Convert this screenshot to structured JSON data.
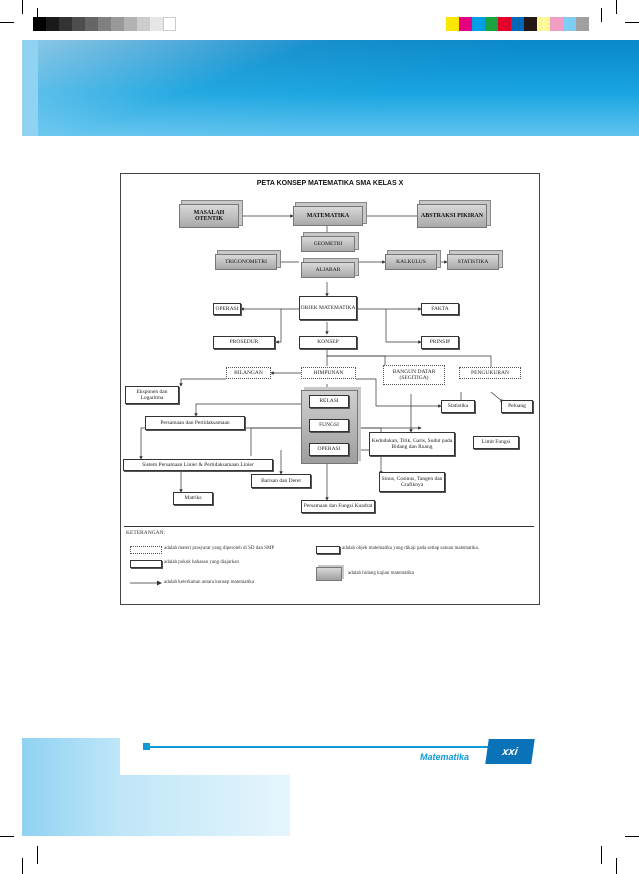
{
  "colors": {
    "accent": "#0e9ad8",
    "header_blue": "#18a4e0",
    "footer_tab": "#0a73b8",
    "registration_gray": [
      "#000000",
      "#1a1a1a",
      "#333333",
      "#4d4d4d",
      "#666666",
      "#808080",
      "#999999",
      "#b3b3b3",
      "#cccccc",
      "#e6e6e6",
      "#ffffff"
    ],
    "registration_color": [
      "#ffe600",
      "#e6007e",
      "#00a0e9",
      "#1aa43b",
      "#e4002b",
      "#0068b7",
      "#231815",
      "#fff799",
      "#f19ec2",
      "#7ecef4",
      "#a0a0a0"
    ]
  },
  "concept_map": {
    "title": "PETA KONSEP MATEMATIKA SMA KELAS X",
    "nodes": {
      "masalah_otentik": "MASALAH OTENTIK",
      "matematika": "MATEMATIKA",
      "abstraksi_pikiran": "ABSTRAKSI PIKIRAN",
      "geometri": "GEOMETRI",
      "aljabar": "ALJABAR",
      "trigonometri": "TRIGONOMETRI",
      "kalkulus": "KALKULUS",
      "statistika": "STATISTIKA",
      "objek_matematika": "OBJEK MATEMATIKA",
      "operasi_top": "OPERASI",
      "fakta": "FAKTA",
      "prosedur": "PROSEDUR",
      "konsep": "KONSEP",
      "prinsip": "PRINSIP",
      "bilangan": "BILANGAN",
      "himpunan": "HIMPUNAN",
      "bangun_datar": "BANGUN DATAR (SEGITIGA)",
      "pengukuran": "PENGUKURAN",
      "eksponen": "Eksponen dan Logaritma",
      "relasi": "RELASI",
      "fungsi": "FUNGSI",
      "operasi": "OPERASI",
      "statistika_small": "Statistika",
      "peluang": "Peluang",
      "persamaan_pertidaksamaan": "Persamaan dan Pertidaksamaan",
      "sistem_persamaan": "Sistem Persamaan Linier & Pertidaksamaan Linier",
      "kedudukan": "Kedudukan, Titik, Garis, Sudut pada Bidang dan Ruang",
      "limit_fungsi": "Limit Fungsi",
      "sinus": "Sinus, Cosinus, Tangen dan Grafiknya",
      "barisan": "Barisan dan Deret",
      "matriks": "Matriks",
      "persamaan_fungsi_kuadrat": "Persamaan dan Fungsi Kuadrat"
    },
    "legend": {
      "heading": "KETERANGAN:",
      "dotted": "adalah materi prasyarat yang diperoleh di SD dan SMP",
      "solid": "adalah objek matematika yang dikaji pada setiap satuan matematika.",
      "boxed": "adalah pokok bahasan yang diajarkan",
      "gray": "adalah bidang kajian matematika",
      "arrow": "adalah keterkaitan antara konsep matematika"
    }
  },
  "footer": {
    "subject": "Matematika",
    "page_number": "xxi"
  }
}
